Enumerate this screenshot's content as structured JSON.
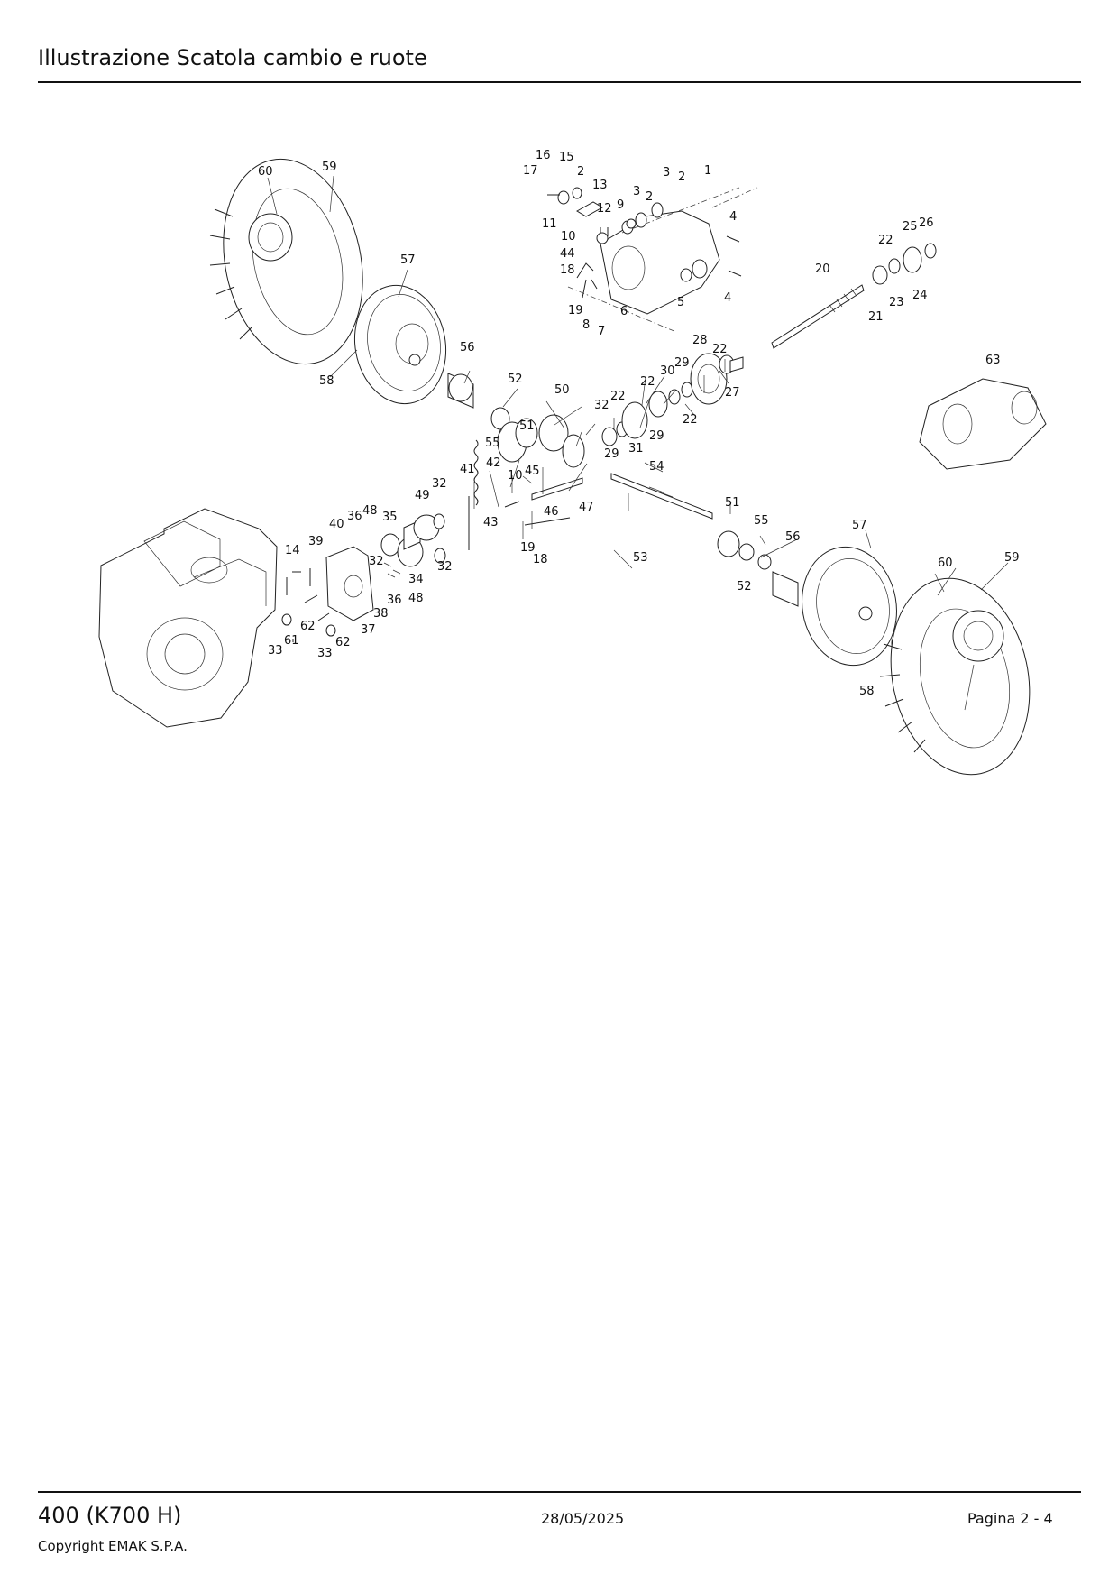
{
  "header": {
    "title": "Illustrazione  Scatola cambio e ruote"
  },
  "footer": {
    "model": "400 (K700 H)",
    "date": "28/05/2025",
    "page": "Pagina 2 - 4",
    "copyright": "Copyright EMAK S.P.A."
  },
  "diagram": {
    "labels": [
      "60",
      "59",
      "57",
      "58",
      "56",
      "52",
      "55",
      "51",
      "50",
      "32",
      "22",
      "30",
      "29",
      "28",
      "27",
      "31",
      "47",
      "46",
      "45",
      "10",
      "42",
      "41",
      "43",
      "19",
      "18",
      "53",
      "54",
      "48",
      "36",
      "40",
      "39",
      "14",
      "35",
      "49",
      "34",
      "37",
      "38",
      "61",
      "62",
      "33",
      "63",
      "20",
      "21",
      "23",
      "24",
      "25",
      "26",
      "1",
      "2",
      "3",
      "4",
      "5",
      "6",
      "7",
      "8",
      "9",
      "11",
      "12",
      "13",
      "15",
      "16",
      "17",
      "44"
    ]
  }
}
